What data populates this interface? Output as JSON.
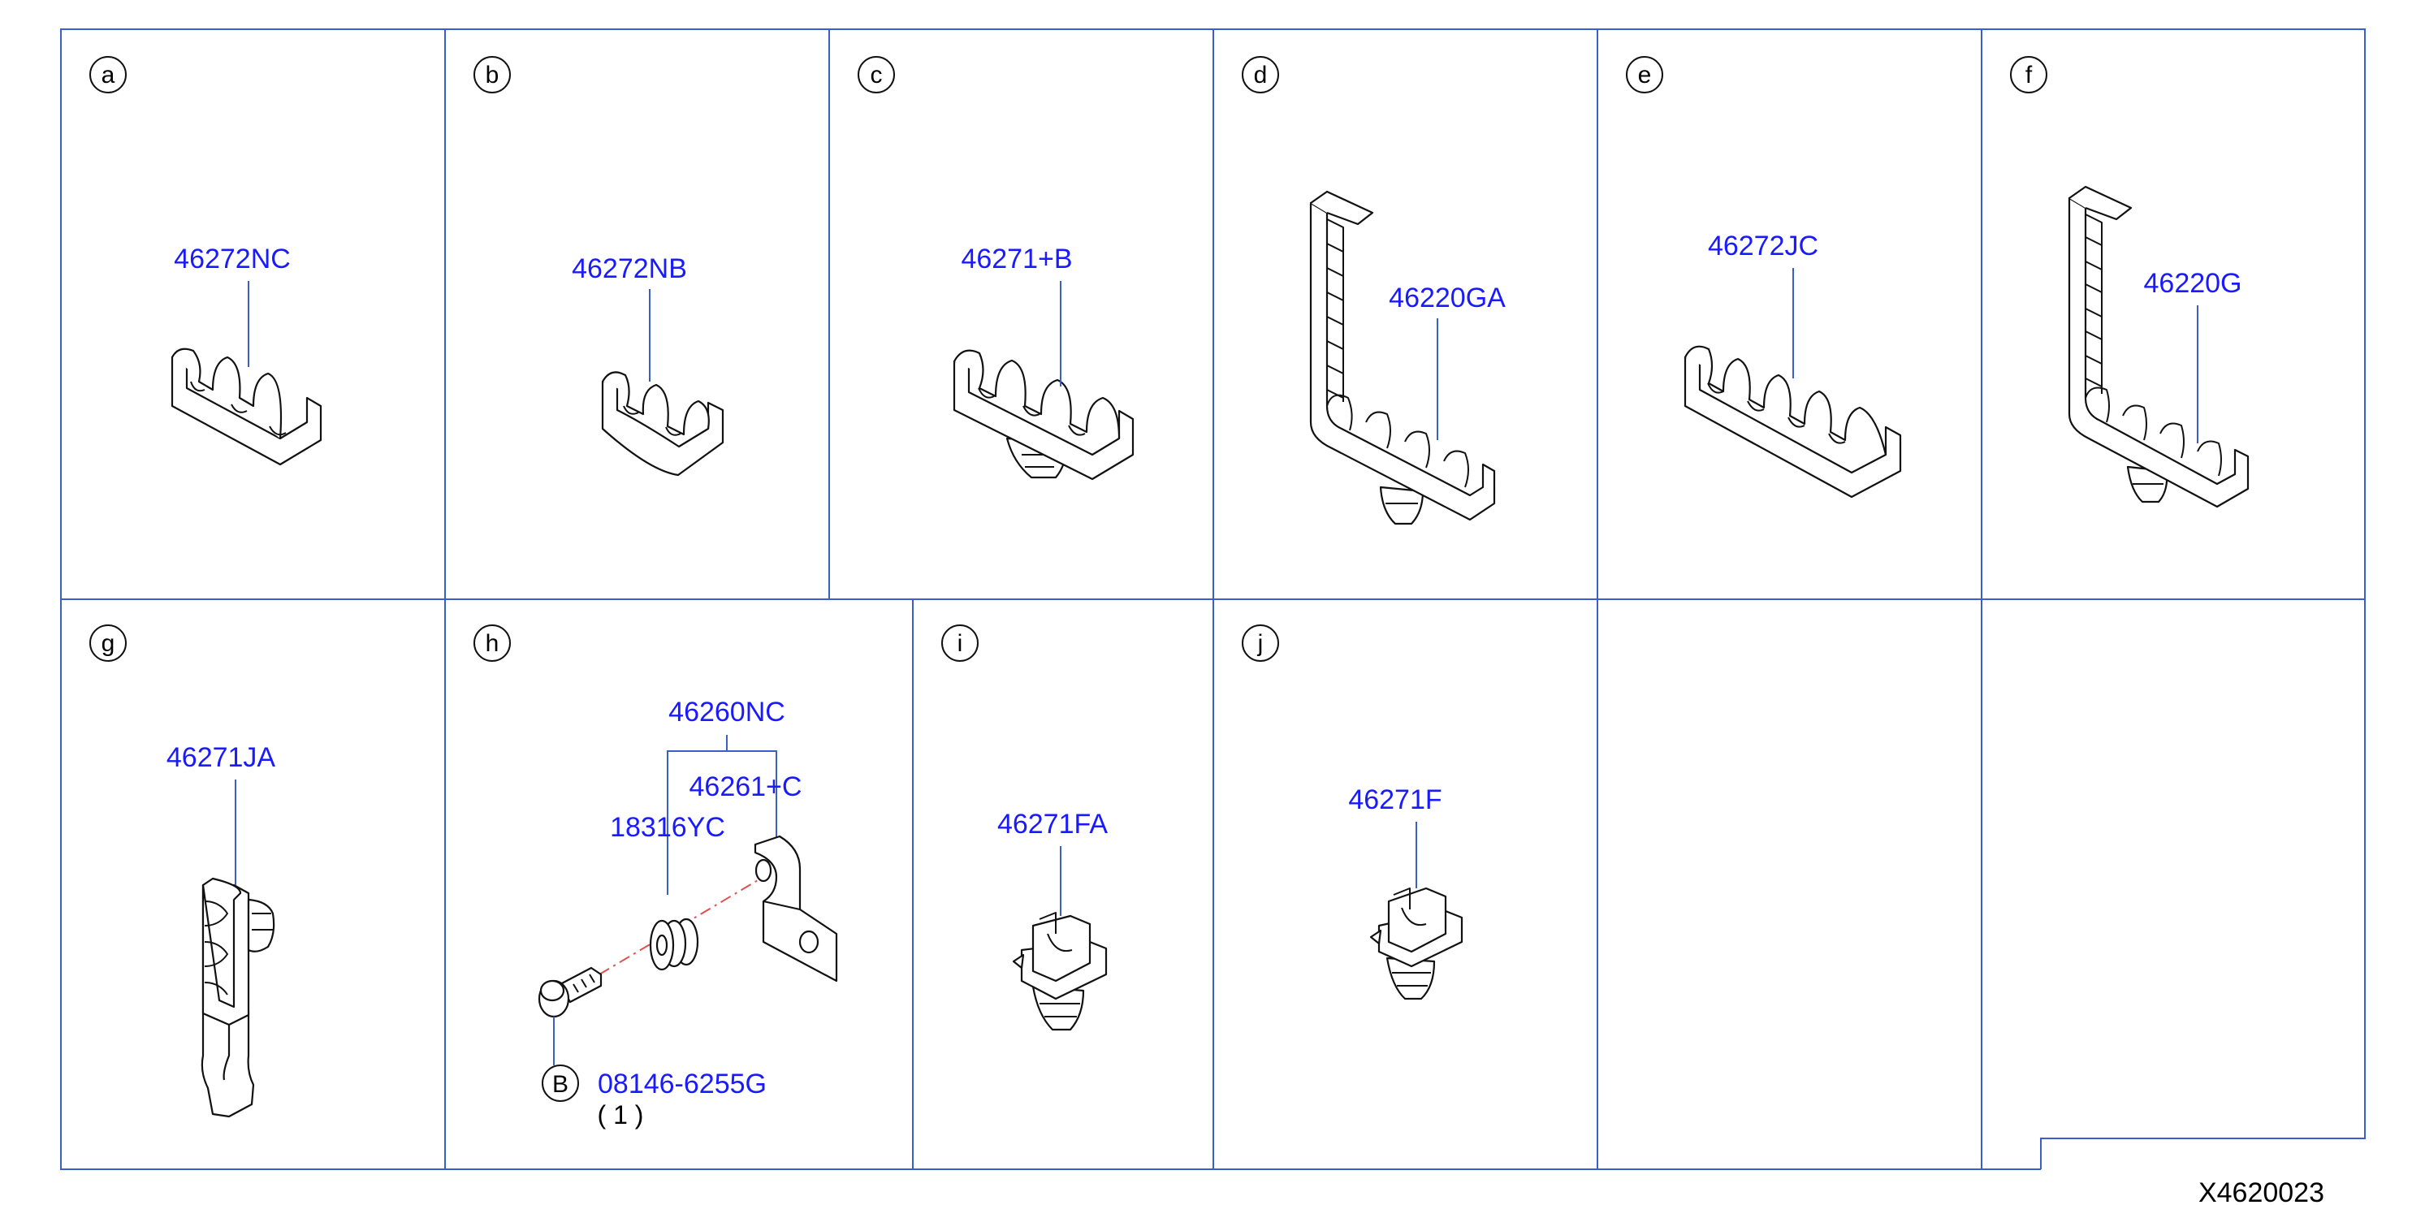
{
  "panels": [
    {
      "letter": "a",
      "part": "46272NC"
    },
    {
      "letter": "b",
      "part": "46272NB"
    },
    {
      "letter": "c",
      "part": "46271+B"
    },
    {
      "letter": "d",
      "part": "46220GA"
    },
    {
      "letter": "e",
      "part": "46272JC"
    },
    {
      "letter": "f",
      "part": "46220G"
    },
    {
      "letter": "g",
      "part": "46271JA"
    },
    {
      "letter": "h",
      "parts": [
        "46260NC",
        "46261+C",
        "18316YC",
        "08146-6255G"
      ],
      "callout": "B",
      "qty": "( 1 )"
    },
    {
      "letter": "i",
      "part": "46271FA"
    },
    {
      "letter": "j",
      "part": "46271F"
    }
  ],
  "diagram_code": "X4620023",
  "colors": {
    "label": "#1a1aff",
    "grid": "#3a5fcd",
    "lines": "#111111",
    "centerline": "#e05050"
  }
}
